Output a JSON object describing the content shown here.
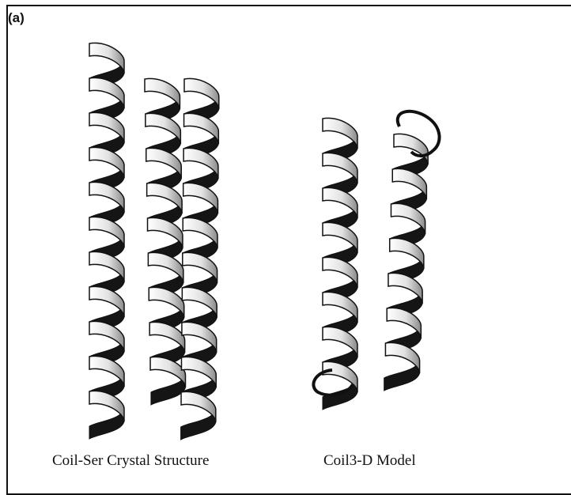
{
  "figure": {
    "panel_label": "(a)",
    "left_caption": "Coil-Ser Crystal Structure",
    "right_caption": "Coil3-D Model"
  }
}
